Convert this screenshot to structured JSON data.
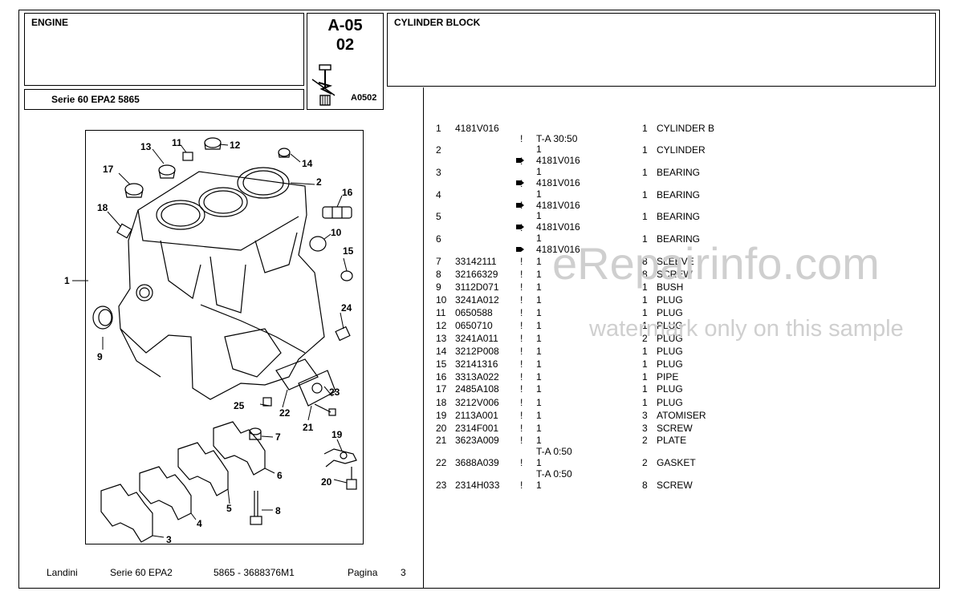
{
  "header": {
    "section": "ENGINE",
    "code_line1": "A-05",
    "code_line2": "02",
    "image_code": "A0502",
    "group_title": "CYLINDER BLOCK",
    "series": "Serie 60 EPA2 5865"
  },
  "diagram": {
    "callouts": [
      "1",
      "2",
      "3",
      "4",
      "5",
      "6",
      "7",
      "8",
      "9",
      "10",
      "11",
      "12",
      "13",
      "14",
      "15",
      "16",
      "17",
      "18",
      "19",
      "20",
      "21",
      "22",
      "23",
      "24",
      "25"
    ]
  },
  "parts": [
    {
      "ref": "1",
      "code": "4181V016",
      "flag": "",
      "qty_note": "",
      "note": "T-A 30:50",
      "qty": "1",
      "desc": "CYLINDER B"
    },
    {
      "ref": "2",
      "code": "",
      "flag": "!",
      "qty_note": "1",
      "note": "4181V016",
      "qty": "1",
      "desc": "CYLINDER"
    },
    {
      "ref": "3",
      "code": "",
      "flag": "!",
      "qty_note": "1",
      "note": "4181V016",
      "qty": "1",
      "desc": "BEARING"
    },
    {
      "ref": "4",
      "code": "",
      "flag": "!",
      "qty_note": "1",
      "note": "4181V016",
      "qty": "1",
      "desc": "BEARING"
    },
    {
      "ref": "5",
      "code": "",
      "flag": "!",
      "qty_note": "1",
      "note": "4181V016",
      "qty": "1",
      "desc": "BEARING"
    },
    {
      "ref": "6",
      "code": "",
      "flag": "!",
      "qty_note": "1",
      "note": "4181V016",
      "qty": "1",
      "desc": "BEARING"
    },
    {
      "ref": "7",
      "code": "33142111",
      "flag": "!",
      "qty_note": "1",
      "note": "",
      "qty": "8",
      "desc": "SLEEVE"
    },
    {
      "ref": "8",
      "code": "32166329",
      "flag": "!",
      "qty_note": "1",
      "note": "",
      "qty": "8",
      "desc": "SCREW"
    },
    {
      "ref": "9",
      "code": "3112D071",
      "flag": "!",
      "qty_note": "1",
      "note": "",
      "qty": "1",
      "desc": "BUSH"
    },
    {
      "ref": "10",
      "code": "3241A012",
      "flag": "!",
      "qty_note": "1",
      "note": "",
      "qty": "1",
      "desc": "PLUG"
    },
    {
      "ref": "11",
      "code": "0650588",
      "flag": "!",
      "qty_note": "1",
      "note": "",
      "qty": "1",
      "desc": "PLUG"
    },
    {
      "ref": "12",
      "code": "0650710",
      "flag": "!",
      "qty_note": "1",
      "note": "",
      "qty": "1",
      "desc": "PLUG"
    },
    {
      "ref": "13",
      "code": "3241A011",
      "flag": "!",
      "qty_note": "1",
      "note": "",
      "qty": "2",
      "desc": "PLUG"
    },
    {
      "ref": "14",
      "code": "3212P008",
      "flag": "!",
      "qty_note": "1",
      "note": "",
      "qty": "1",
      "desc": "PLUG"
    },
    {
      "ref": "15",
      "code": "32141316",
      "flag": "!",
      "qty_note": "1",
      "note": "",
      "qty": "1",
      "desc": "PLUG"
    },
    {
      "ref": "16",
      "code": "3313A022",
      "flag": "!",
      "qty_note": "1",
      "note": "",
      "qty": "1",
      "desc": "PIPE"
    },
    {
      "ref": "17",
      "code": "2485A108",
      "flag": "!",
      "qty_note": "1",
      "note": "",
      "qty": "1",
      "desc": "PLUG"
    },
    {
      "ref": "18",
      "code": "3212V006",
      "flag": "!",
      "qty_note": "1",
      "note": "",
      "qty": "1",
      "desc": "PLUG"
    },
    {
      "ref": "19",
      "code": "2113A001",
      "flag": "!",
      "qty_note": "1",
      "note": "",
      "qty": "3",
      "desc": "ATOMISER"
    },
    {
      "ref": "20",
      "code": "2314F001",
      "flag": "!",
      "qty_note": "1",
      "note": "",
      "qty": "3",
      "desc": "SCREW"
    },
    {
      "ref": "21",
      "code": "3623A009",
      "flag": "!",
      "qty_note": "1",
      "note": "T-A 0:50",
      "qty": "2",
      "desc": "PLATE"
    },
    {
      "ref": "22",
      "code": "3688A039",
      "flag": "!",
      "qty_note": "1",
      "note": "T-A 0:50",
      "qty": "2",
      "desc": "GASKET"
    },
    {
      "ref": "23",
      "code": "2314H033",
      "flag": "!",
      "qty_note": "1",
      "note": "",
      "qty": "8",
      "desc": "SCREW"
    }
  ],
  "watermark": {
    "line1": "eRepairinfo.com",
    "line2": "watermark only on this sample"
  },
  "footer": {
    "brand": "Landini",
    "series": "Serie 60 EPA2",
    "model": "5865 - 3688376M1",
    "page_label": "Pagina",
    "page_number": "3"
  },
  "icons": {
    "ref_arrow": "hand-pointer-icon",
    "thumbnail": "injector-part-icon"
  }
}
